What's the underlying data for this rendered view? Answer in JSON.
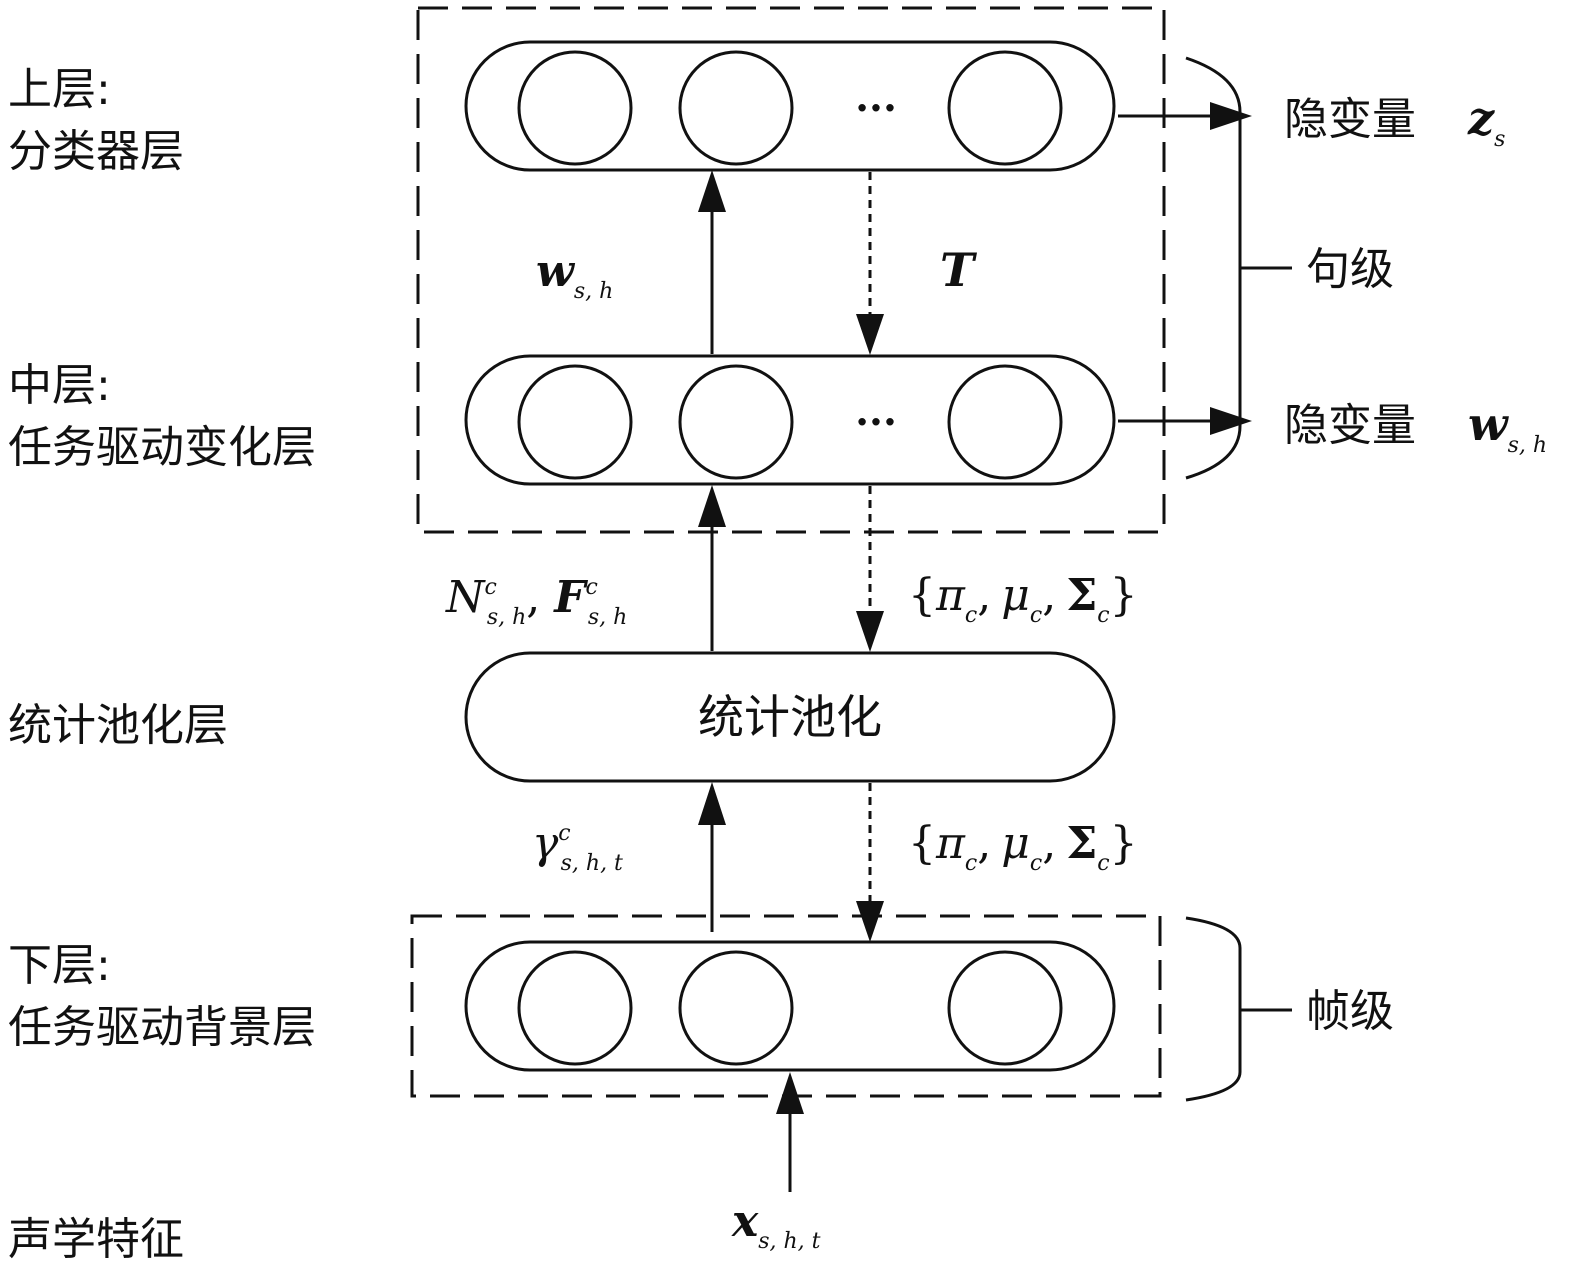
{
  "layers": {
    "top": {
      "line1": "上层:",
      "line2": "分类器层"
    },
    "middle": {
      "line1": "中层:",
      "line2": "任务驱动变化层"
    },
    "pooling": {
      "label": "统计池化层",
      "box_text": "统计池化"
    },
    "bottom": {
      "line1": "下层:",
      "line2": "任务驱动背景层"
    },
    "input": {
      "label": "声学特征"
    }
  },
  "node_ellipsis": "···",
  "outputs": {
    "z": {
      "label": "隐变量",
      "var": "z",
      "sub": "s"
    },
    "w": {
      "label": "隐变量",
      "var": "w",
      "sub": "s, h"
    }
  },
  "levels": {
    "sentence": "句级",
    "frame": "帧级"
  },
  "edges": {
    "w_up": {
      "var": "w",
      "sub": "s, h"
    },
    "T_down": {
      "var": "T"
    },
    "NF_up": {
      "n": "N",
      "n_sup": "c",
      "n_sub": "s, h",
      "sep": ",",
      "f": "F",
      "f_sup": "c",
      "f_sub": "s, h"
    },
    "params_upper": {
      "open": "{",
      "pi": "π",
      "c1": "c",
      "mu": "μ",
      "c2": "c",
      "sigma": "Σ",
      "c3": "c",
      "close": "}",
      "sep": ","
    },
    "gamma_up": {
      "g": "γ",
      "sup": "c",
      "sub": "s, h, t"
    },
    "params_lower": {
      "open": "{",
      "pi": "π",
      "c1": "c",
      "mu": "μ",
      "c2": "c",
      "sigma": "Σ",
      "c3": "c",
      "close": "}",
      "sep": ","
    },
    "x_in": {
      "var": "x",
      "sub": "s, h, t"
    }
  }
}
